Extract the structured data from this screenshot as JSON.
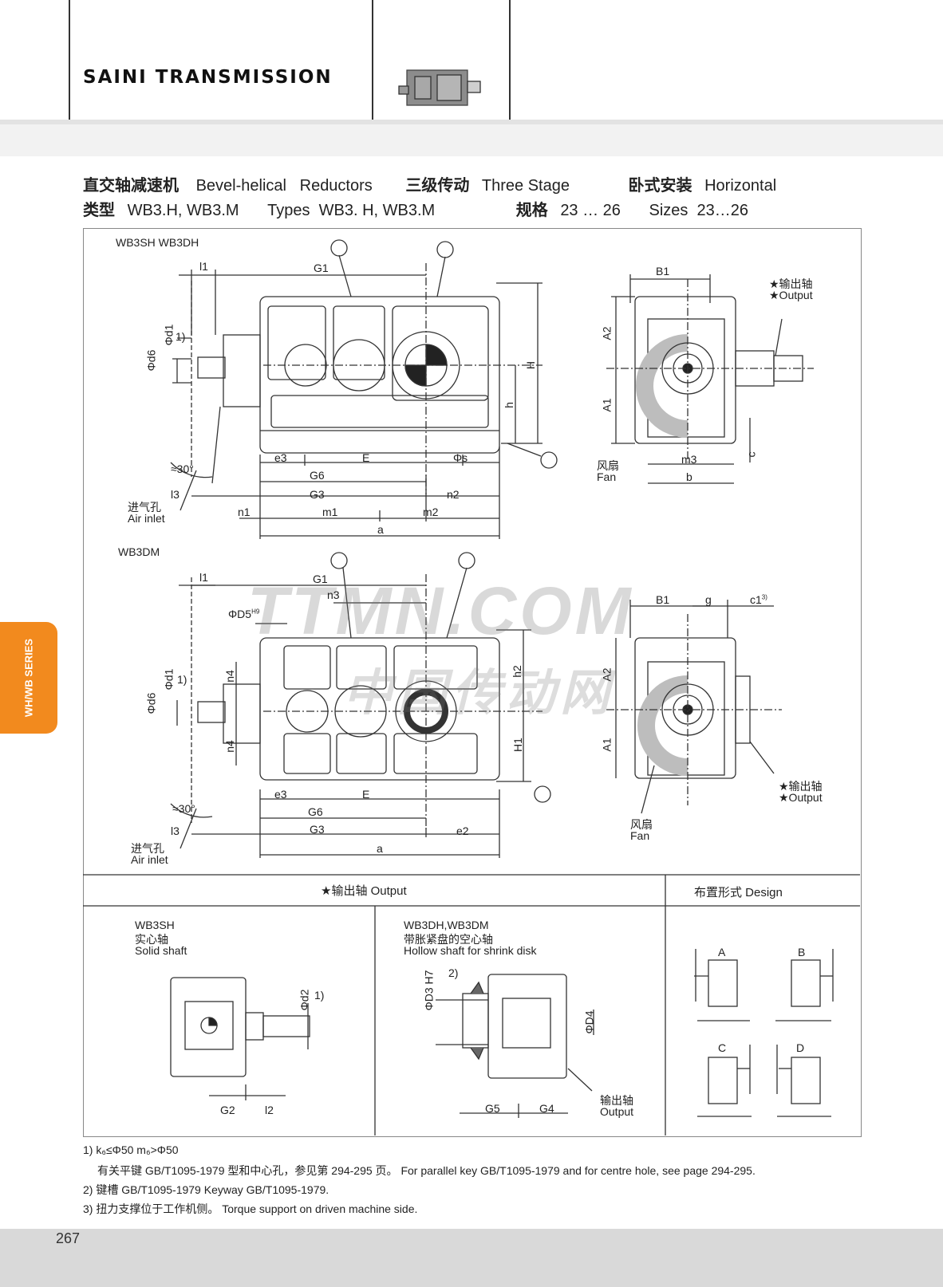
{
  "header": {
    "brand": "SAINI TRANSMISSION"
  },
  "title": {
    "cn_main": "直交轴减速机",
    "en_main": "Bevel-helical   Reductors",
    "cn_stage": "三级传动",
    "en_stage": "Three Stage",
    "cn_mount": "卧式安装",
    "en_mount": "Horizontal",
    "cn_type": "类型",
    "types_cn_val": "WB3.H, WB3.M",
    "types_en": "Types  WB3. H, WB3.M",
    "cn_size": "规格",
    "size_cn_val": "23 … 26",
    "sizes_en": "Sizes  23…26"
  },
  "side_tab": "WH/WB SERIES",
  "watermark": {
    "text1": "TTMN.COM",
    "text2": "中国传动网"
  },
  "drawing1": {
    "heading": "WB3SH WB3DH",
    "dims": {
      "l1": "l1",
      "G1": "G1",
      "d1": "Φd1",
      "note1": "1)",
      "d6": "Φd6",
      "H": "H",
      "h": "h",
      "angle": "≈30°",
      "e3": "e3",
      "E": "E",
      "s": "Φs",
      "G6": "G6",
      "l3": "l3",
      "G3": "G3",
      "n2": "n2",
      "n1": "n1",
      "m1": "m1",
      "m2": "m2",
      "a": "a",
      "B1": "B1",
      "A2": "A2",
      "A1": "A1",
      "m3": "m3",
      "b": "b",
      "c": "c"
    },
    "air_cn": "进气孔",
    "air_en": "Air inlet",
    "fan_cn": "风扇",
    "fan_en": "Fan",
    "output_cn": "★输出轴",
    "output_en": "★Output"
  },
  "drawing2": {
    "heading": "WB3DM",
    "dims": {
      "l1": "l1",
      "G1": "G1",
      "n3": "n3",
      "D5": "ΦD5",
      "D5tol": "H9",
      "n4a": "n4",
      "n4b": "n4",
      "d1": "Φd1",
      "note1": "1)",
      "d6": "Φd6",
      "h2": "h2",
      "H1": "H1",
      "angle": "≈30°",
      "e3": "e3",
      "E": "E",
      "G6": "G6",
      "l3": "l3",
      "G3": "G3",
      "e2": "e2",
      "a": "a",
      "B1": "B1",
      "g": "g",
      "c1": "c1",
      "note3": "3)",
      "A2": "A2",
      "A1": "A1"
    },
    "air_cn": "进气孔",
    "air_en": "Air inlet",
    "fan_cn": "风扇",
    "fan_en": "Fan",
    "output_cn": "★输出轴",
    "output_en": "★Output"
  },
  "table": {
    "output_header": "★输出轴  Output",
    "design_header": "布置形式 Design",
    "solid": {
      "model": "WB3SH",
      "cn": "实心轴",
      "en": "Solid shaft",
      "d2": "Φd2",
      "note": "1)",
      "G2": "G2",
      "l2": "l2"
    },
    "hollow": {
      "model": "WB3DH,WB3DM",
      "cn": "带胀紧盘的空心轴",
      "en": "Hollow shaft for shrink disk",
      "D3": "ΦD3 H7",
      "note": "2)",
      "D4": "ΦD4",
      "G5": "G5",
      "G4": "G4",
      "out_cn": "输出轴",
      "out_en": "Output"
    },
    "designs": [
      "A",
      "B",
      "C",
      "D"
    ]
  },
  "footnotes": {
    "f1": "1)  k₆≤Φ50    m₆>Φ50",
    "f1b": "有关平键 GB/T1095-1979 型和中心孔，参见第 294-295 页。    For parallel key GB/T1095-1979 and for centre hole, see page 294-295.",
    "f2": "2)  键槽 GB/T1095-1979   Keyway GB/T1095-1979.",
    "f3": "3)  扭力支撑位于工作机侧。   Torque support on driven machine side."
  },
  "page_number": "267",
  "colors": {
    "accent": "#f28a1e",
    "line": "#333333",
    "band": "#d9d9d9"
  }
}
